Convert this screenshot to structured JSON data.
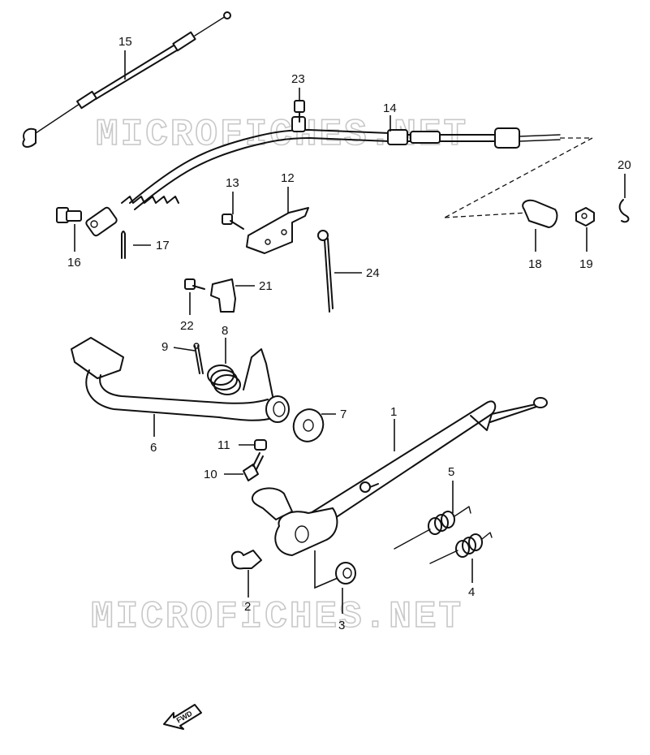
{
  "watermark": {
    "text": "MICROFICHES.NET"
  },
  "direction_indicator": {
    "text": "FWD"
  },
  "callouts": [
    {
      "id": "c1",
      "label": "1"
    },
    {
      "id": "c2",
      "label": "2"
    },
    {
      "id": "c3",
      "label": "3"
    },
    {
      "id": "c4",
      "label": "4"
    },
    {
      "id": "c5",
      "label": "5"
    },
    {
      "id": "c6",
      "label": "6"
    },
    {
      "id": "c7",
      "label": "7"
    },
    {
      "id": "c8",
      "label": "8"
    },
    {
      "id": "c9",
      "label": "9"
    },
    {
      "id": "c10",
      "label": "10"
    },
    {
      "id": "c11",
      "label": "11"
    },
    {
      "id": "c12",
      "label": "12"
    },
    {
      "id": "c13",
      "label": "13"
    },
    {
      "id": "c14",
      "label": "14"
    },
    {
      "id": "c15",
      "label": "15"
    },
    {
      "id": "c16",
      "label": "16"
    },
    {
      "id": "c17",
      "label": "17"
    },
    {
      "id": "c18",
      "label": "18"
    },
    {
      "id": "c19",
      "label": "19"
    },
    {
      "id": "c20",
      "label": "20"
    },
    {
      "id": "c21",
      "label": "21"
    },
    {
      "id": "c22",
      "label": "22"
    },
    {
      "id": "c23",
      "label": "23"
    },
    {
      "id": "c24",
      "label": "24"
    }
  ]
}
